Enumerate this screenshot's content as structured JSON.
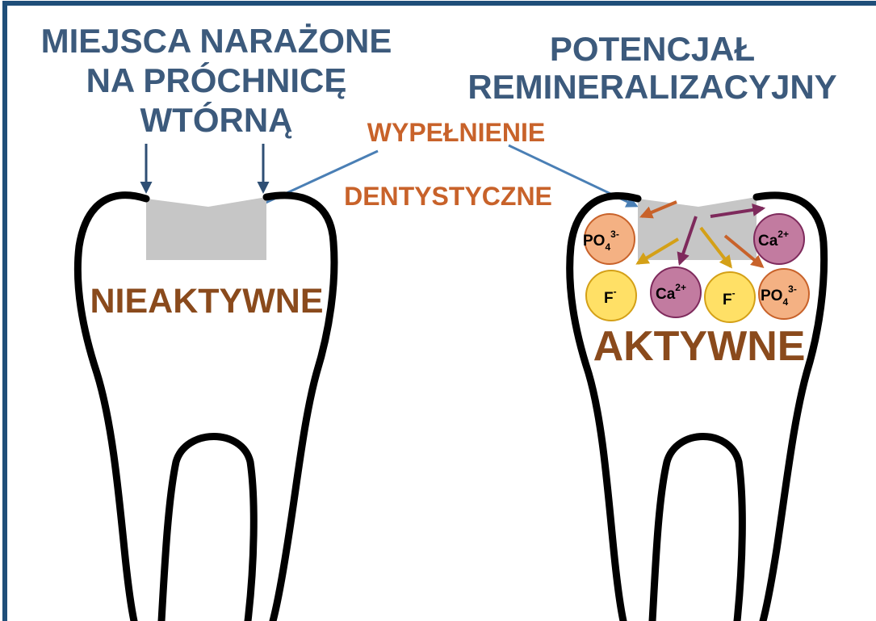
{
  "colors": {
    "frame": "#1f4e79",
    "title": "#3c5a7c",
    "filling_label": "#c8622a",
    "activity_label": "#8a4a1c",
    "tooth_outline": "#000000",
    "filling": "#c6c6c6",
    "pointer_arrow": "#4a7fb5",
    "ion_phosphate": "#f4b183",
    "ion_calcium": "#c27ba0",
    "ion_fluoride": "#ffe066",
    "arrow_phosphate": "#c8622a",
    "arrow_calcium": "#7e2a5c",
    "arrow_fluoride": "#d4a017"
  },
  "left_title": {
    "line1": "MIEJSCA NARAŻONE",
    "line2": "NA PRÓCHNICĘ",
    "line3": "WTÓRNĄ"
  },
  "right_title": {
    "line1": "POTENCJAŁ",
    "line2": "REMINERALIZACYJNY"
  },
  "filling_label": {
    "line1": "WYPEŁNIENIE",
    "line2": "DENTYSTYCZNE"
  },
  "left_tooth": {
    "status": "NIEAKTYWNE"
  },
  "right_tooth": {
    "status": "AKTYWNE"
  },
  "ions": {
    "phosphate": {
      "base": "PO",
      "sub": "4",
      "sup": "3-"
    },
    "calcium": {
      "base": "Ca",
      "sup": "2+"
    },
    "fluoride": {
      "base": "F",
      "sup": "-"
    }
  }
}
